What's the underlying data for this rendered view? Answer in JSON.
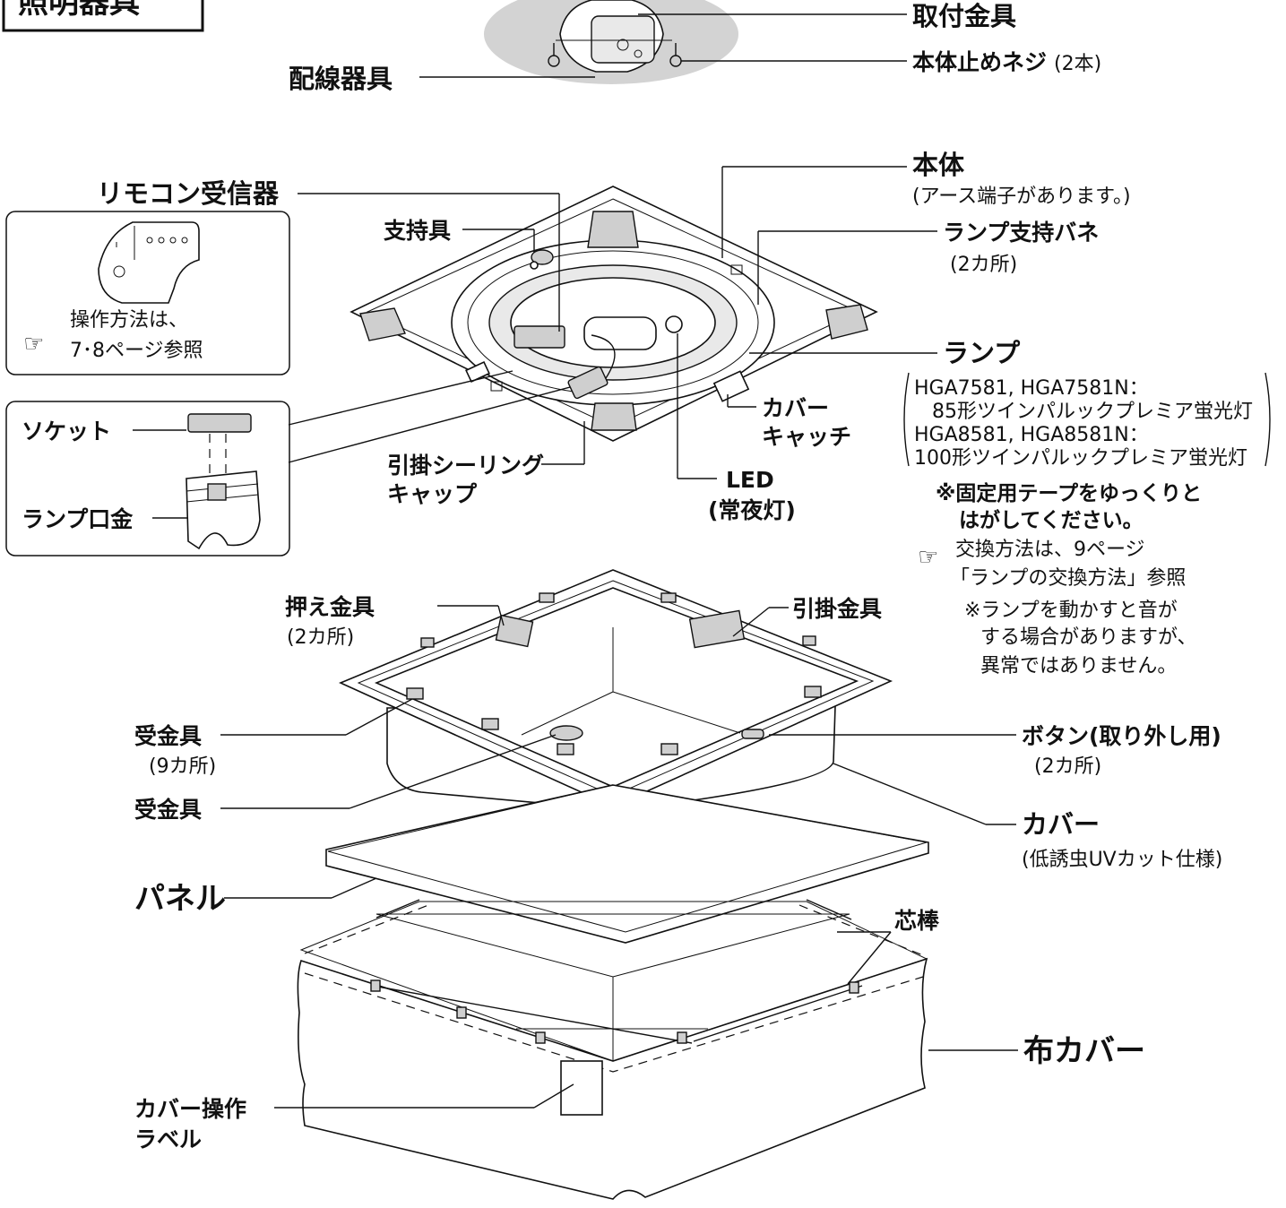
{
  "section_title": "照明器具",
  "labels": {
    "toritsuke": "取付金具",
    "neji": "本体止めネジ",
    "neji_count": "(2本)",
    "haisen": "配線器具",
    "honntai": "本体",
    "honntai_note": "(アース端子があります。)",
    "remocon": "リモコン受信器",
    "shijigu": "支持具",
    "lamp_bane": "ランプ支持バネ",
    "lamp_bane_count": "(2カ所)",
    "lamp": "ランプ",
    "cover_catch_1": "カバー",
    "cover_catch_2": "キャッチ",
    "hikkake_cap_1": "引掛シーリング",
    "hikkake_cap_2": "キャップ",
    "led_1": "LED",
    "led_2": "(常夜灯)",
    "socket": "ソケット",
    "kuchigane": "ランプ口金",
    "osae": "押え金具",
    "osae_count": "(2カ所)",
    "hikkake_kanagu": "引掛金具",
    "ukekanagu_1": "受金具",
    "ukekanagu_1_count": "(9カ所)",
    "ukekanagu_2": "受金具",
    "button": "ボタン(取り外し用)",
    "button_count": "(2カ所)",
    "cover": "カバー",
    "cover_note": "(低誘虫UVカット仕様)",
    "panel": "パネル",
    "shinbou": "芯棒",
    "nuno_cover": "布カバー",
    "cover_label_1": "カバー操作",
    "cover_label_2": "ラベル"
  },
  "remocon_inset": {
    "line1": "操作方法は、",
    "line2": "7･8ページ参照"
  },
  "lamp_models": {
    "row1": "HGA7581, HGA7581N：",
    "row2": "85形ツインパルックプレミア蛍光灯",
    "row3": "HGA8581, HGA8581N：",
    "row4": "100形ツインパルックプレミア蛍光灯"
  },
  "notes": {
    "tape_1": "※固定用テープをゆっくりと",
    "tape_2": "はがしてください。",
    "exchange_1": "交換方法は、9ページ",
    "exchange_2": "「ランプの交換方法」参照",
    "sound_1": "※ランプを動かすと音が",
    "sound_2": "する場合がありますが、",
    "sound_3": "異常ではありません。"
  }
}
